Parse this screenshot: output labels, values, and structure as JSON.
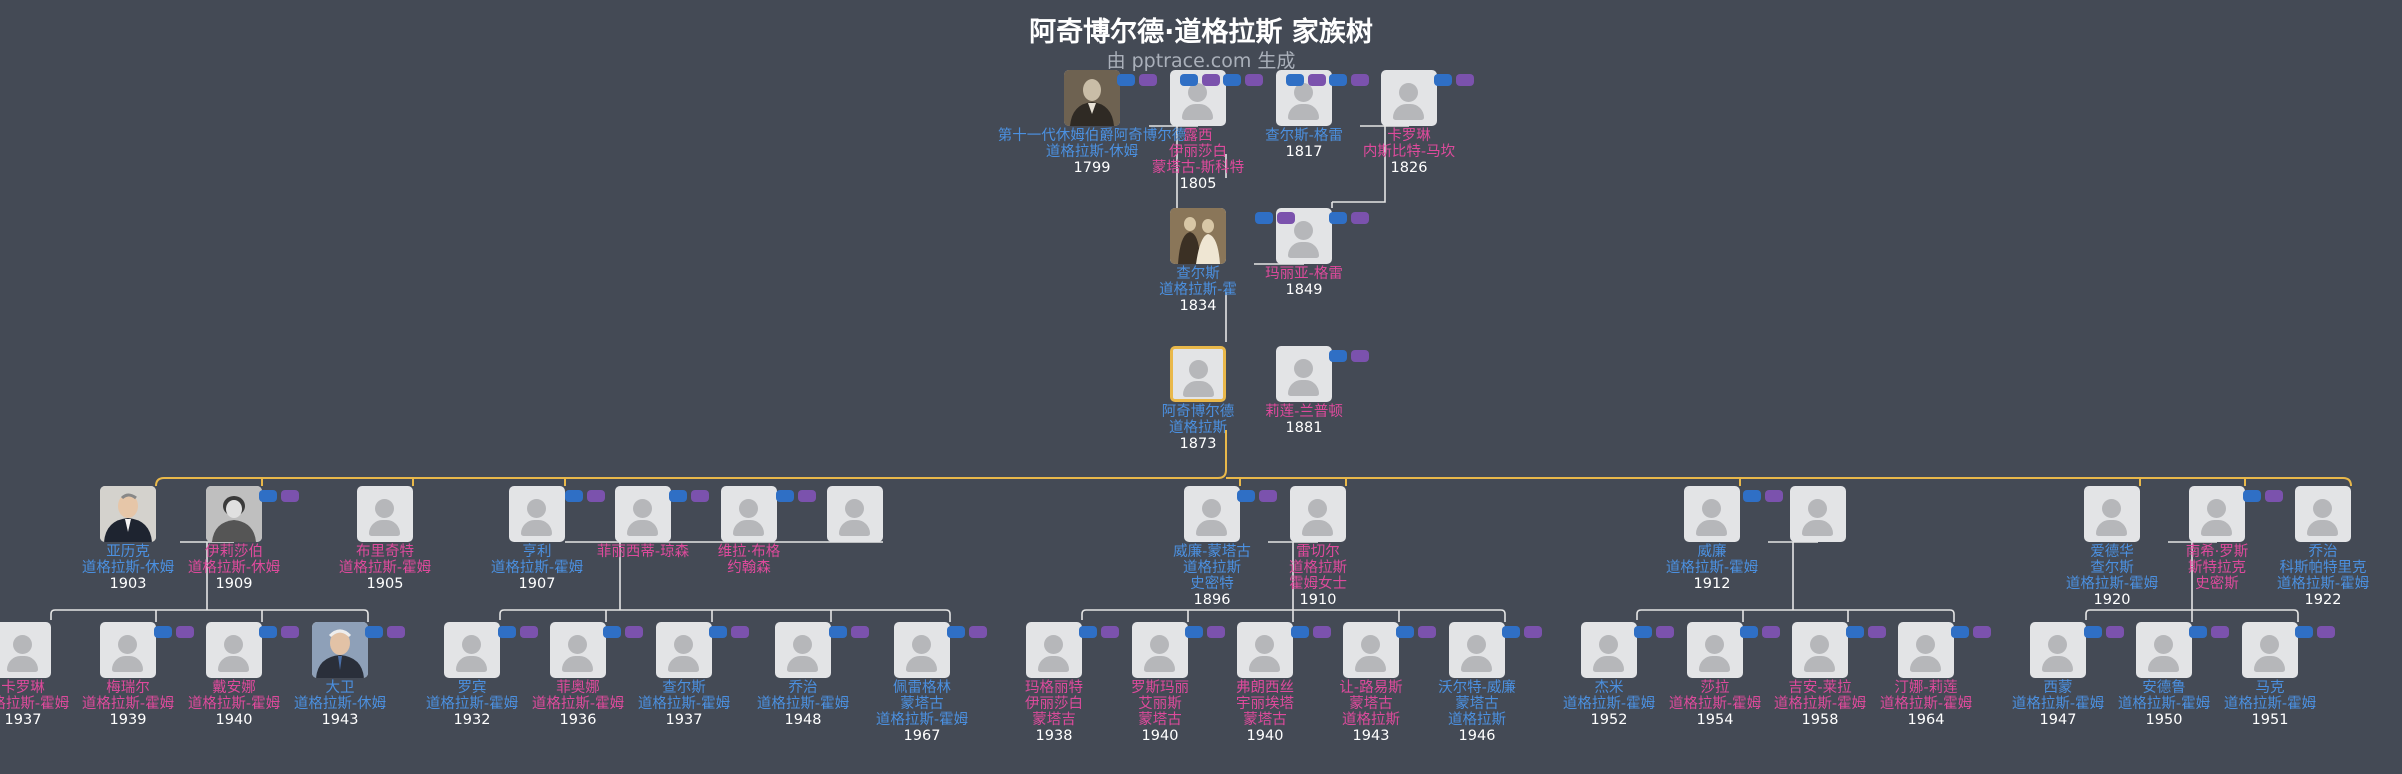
{
  "title": "阿奇博尔德·道格拉斯 家族树",
  "subtitle": "由 pptrace.com 生成",
  "colors": {
    "background": "#444a55",
    "male": "#4b90e0",
    "female": "#de4a9c",
    "line": "#e4e4e4",
    "root_line": "#e9b84a"
  },
  "people": [
    {
      "id": "p1",
      "name": [
        "第十一代休姆伯爵阿奇博尔德",
        "道格拉斯-休姆"
      ],
      "year": "1799",
      "gender": "male",
      "photo": "portrait-painting"
    },
    {
      "id": "p2",
      "name": [
        "露西",
        "伊丽莎白",
        "蒙塔古-斯科特"
      ],
      "year": "1805",
      "gender": "female",
      "photo": ""
    },
    {
      "id": "p3",
      "name": [
        "查尔斯-格雷"
      ],
      "year": "1817",
      "gender": "male",
      "photo": ""
    },
    {
      "id": "p4",
      "name": [
        "卡罗琳",
        "内斯比特-马坎"
      ],
      "year": "1826",
      "gender": "female",
      "photo": ""
    },
    {
      "id": "p5",
      "name": [
        "查尔斯",
        "道格拉斯-霍"
      ],
      "year": "1834",
      "gender": "male",
      "photo": "sepia-photo"
    },
    {
      "id": "p6",
      "name": [
        "玛丽亚-格雷"
      ],
      "year": "1849",
      "gender": "female",
      "photo": ""
    },
    {
      "id": "p7",
      "name": [
        "阿奇博尔德",
        "道格拉斯"
      ],
      "year": "1873",
      "gender": "male",
      "photo": "",
      "root": true
    },
    {
      "id": "p8",
      "name": [
        "莉莲-兰普顿"
      ],
      "year": "1881",
      "gender": "female",
      "photo": ""
    },
    {
      "id": "c1",
      "name": [
        "亚历克",
        "道格拉斯-休姆"
      ],
      "year": "1903",
      "gender": "male",
      "photo": "suit-photo"
    },
    {
      "id": "c2",
      "name": [
        "伊莉莎伯",
        "道格拉斯-休姆"
      ],
      "year": "1909",
      "gender": "female",
      "photo": "bw-woman-photo"
    },
    {
      "id": "c3",
      "name": [
        "布里奇特",
        "道格拉斯-霍姆"
      ],
      "year": "1905",
      "gender": "female",
      "photo": ""
    },
    {
      "id": "c4",
      "name": [
        "亨利",
        "道格拉斯-霍姆"
      ],
      "year": "1907",
      "gender": "male",
      "photo": ""
    },
    {
      "id": "c5",
      "name": [
        "菲丽西蒂-琼森"
      ],
      "year": "",
      "gender": "female",
      "photo": ""
    },
    {
      "id": "c6",
      "name": [
        "维拉·布格",
        "约翰森"
      ],
      "year": "",
      "gender": "female",
      "photo": ""
    },
    {
      "id": "c7",
      "name": [],
      "year": "",
      "gender": "female",
      "photo": ""
    },
    {
      "id": "c8",
      "name": [
        "威廉-蒙塔古",
        "道格拉斯",
        "史密特"
      ],
      "year": "1896",
      "gender": "male",
      "photo": ""
    },
    {
      "id": "c9",
      "name": [
        "雷切尔",
        "道格拉斯",
        "霍姆女士"
      ],
      "year": "1910",
      "gender": "female",
      "photo": ""
    },
    {
      "id": "c10",
      "name": [
        "威廉",
        "道格拉斯-霍姆"
      ],
      "year": "1912",
      "gender": "male",
      "photo": ""
    },
    {
      "id": "c11",
      "name": [],
      "year": "",
      "gender": "female",
      "photo": ""
    },
    {
      "id": "c12",
      "name": [
        "爱德华",
        "查尔斯",
        "道格拉斯-霍姆"
      ],
      "year": "1920",
      "gender": "male",
      "photo": ""
    },
    {
      "id": "c13",
      "name": [
        "南希·罗斯",
        "斯特拉克",
        "史密斯"
      ],
      "year": "",
      "gender": "female",
      "photo": ""
    },
    {
      "id": "c14",
      "name": [
        "乔治",
        "科斯帕特里克",
        "道格拉斯-霍姆"
      ],
      "year": "1922",
      "gender": "male",
      "photo": ""
    },
    {
      "id": "g1",
      "name": [
        "卡罗琳",
        "道格拉斯-霍姆"
      ],
      "year": "1937",
      "gender": "female",
      "photo": ""
    },
    {
      "id": "g2",
      "name": [
        "梅瑞尔",
        "道格拉斯-霍姆"
      ],
      "year": "1939",
      "gender": "female",
      "photo": ""
    },
    {
      "id": "g3",
      "name": [
        "戴安娜",
        "道格拉斯-霍姆"
      ],
      "year": "1940",
      "gender": "female",
      "photo": ""
    },
    {
      "id": "g4",
      "name": [
        "大卫",
        "道格拉斯-休姆"
      ],
      "year": "1943",
      "gender": "male",
      "photo": "old-man-photo"
    },
    {
      "id": "g5",
      "name": [
        "罗宾",
        "道格拉斯-霍姆"
      ],
      "year": "1932",
      "gender": "male",
      "photo": ""
    },
    {
      "id": "g6",
      "name": [
        "菲奥娜",
        "道格拉斯-霍姆"
      ],
      "year": "1936",
      "gender": "female",
      "photo": ""
    },
    {
      "id": "g7",
      "name": [
        "查尔斯",
        "道格拉斯-霍姆"
      ],
      "year": "1937",
      "gender": "male",
      "photo": ""
    },
    {
      "id": "g8",
      "name": [
        "乔治",
        "道格拉斯-霍姆"
      ],
      "year": "1948",
      "gender": "male",
      "photo": ""
    },
    {
      "id": "g9",
      "name": [
        "佩雷格林",
        "蒙塔古",
        "道格拉斯-霍姆"
      ],
      "year": "1967",
      "gender": "male",
      "photo": ""
    },
    {
      "id": "g10",
      "name": [
        "玛格丽特",
        "伊丽莎白",
        "蒙塔吉"
      ],
      "year": "1938",
      "gender": "female",
      "photo": ""
    },
    {
      "id": "g11",
      "name": [
        "罗斯玛丽",
        "艾丽斯",
        "蒙塔古"
      ],
      "year": "1940",
      "gender": "female",
      "photo": ""
    },
    {
      "id": "g12",
      "name": [
        "弗朗西丝",
        "宇丽埃塔",
        "蒙塔古"
      ],
      "year": "1940",
      "gender": "female",
      "photo": ""
    },
    {
      "id": "g13",
      "name": [
        "让-路易斯",
        "蒙塔古",
        "道格拉斯"
      ],
      "year": "1943",
      "gender": "female",
      "photo": ""
    },
    {
      "id": "g14",
      "name": [
        "沃尔特-威廉",
        "蒙塔古",
        "道格拉斯"
      ],
      "year": "1946",
      "gender": "male",
      "photo": ""
    },
    {
      "id": "g15",
      "name": [
        "杰米",
        "道格拉斯-霍姆"
      ],
      "year": "1952",
      "gender": "male",
      "photo": ""
    },
    {
      "id": "g16",
      "name": [
        "莎拉",
        "道格拉斯-霍姆"
      ],
      "year": "1954",
      "gender": "female",
      "photo": ""
    },
    {
      "id": "g17",
      "name": [
        "吉安-莱拉",
        "道格拉斯-霍姆"
      ],
      "year": "1958",
      "gender": "female",
      "photo": ""
    },
    {
      "id": "g18",
      "name": [
        "汀娜-莉莲",
        "道格拉斯-霍姆"
      ],
      "year": "1964",
      "gender": "female",
      "photo": ""
    },
    {
      "id": "g19",
      "name": [
        "西蒙",
        "道格拉斯-霍姆"
      ],
      "year": "1947",
      "gender": "male",
      "photo": ""
    },
    {
      "id": "g20",
      "name": [
        "安德鲁",
        "道格拉斯-霍姆"
      ],
      "year": "1950",
      "gender": "male",
      "photo": ""
    },
    {
      "id": "g21",
      "name": [
        "马克",
        "道格拉斯-霍姆"
      ],
      "year": "1951",
      "gender": "male",
      "photo": ""
    }
  ]
}
